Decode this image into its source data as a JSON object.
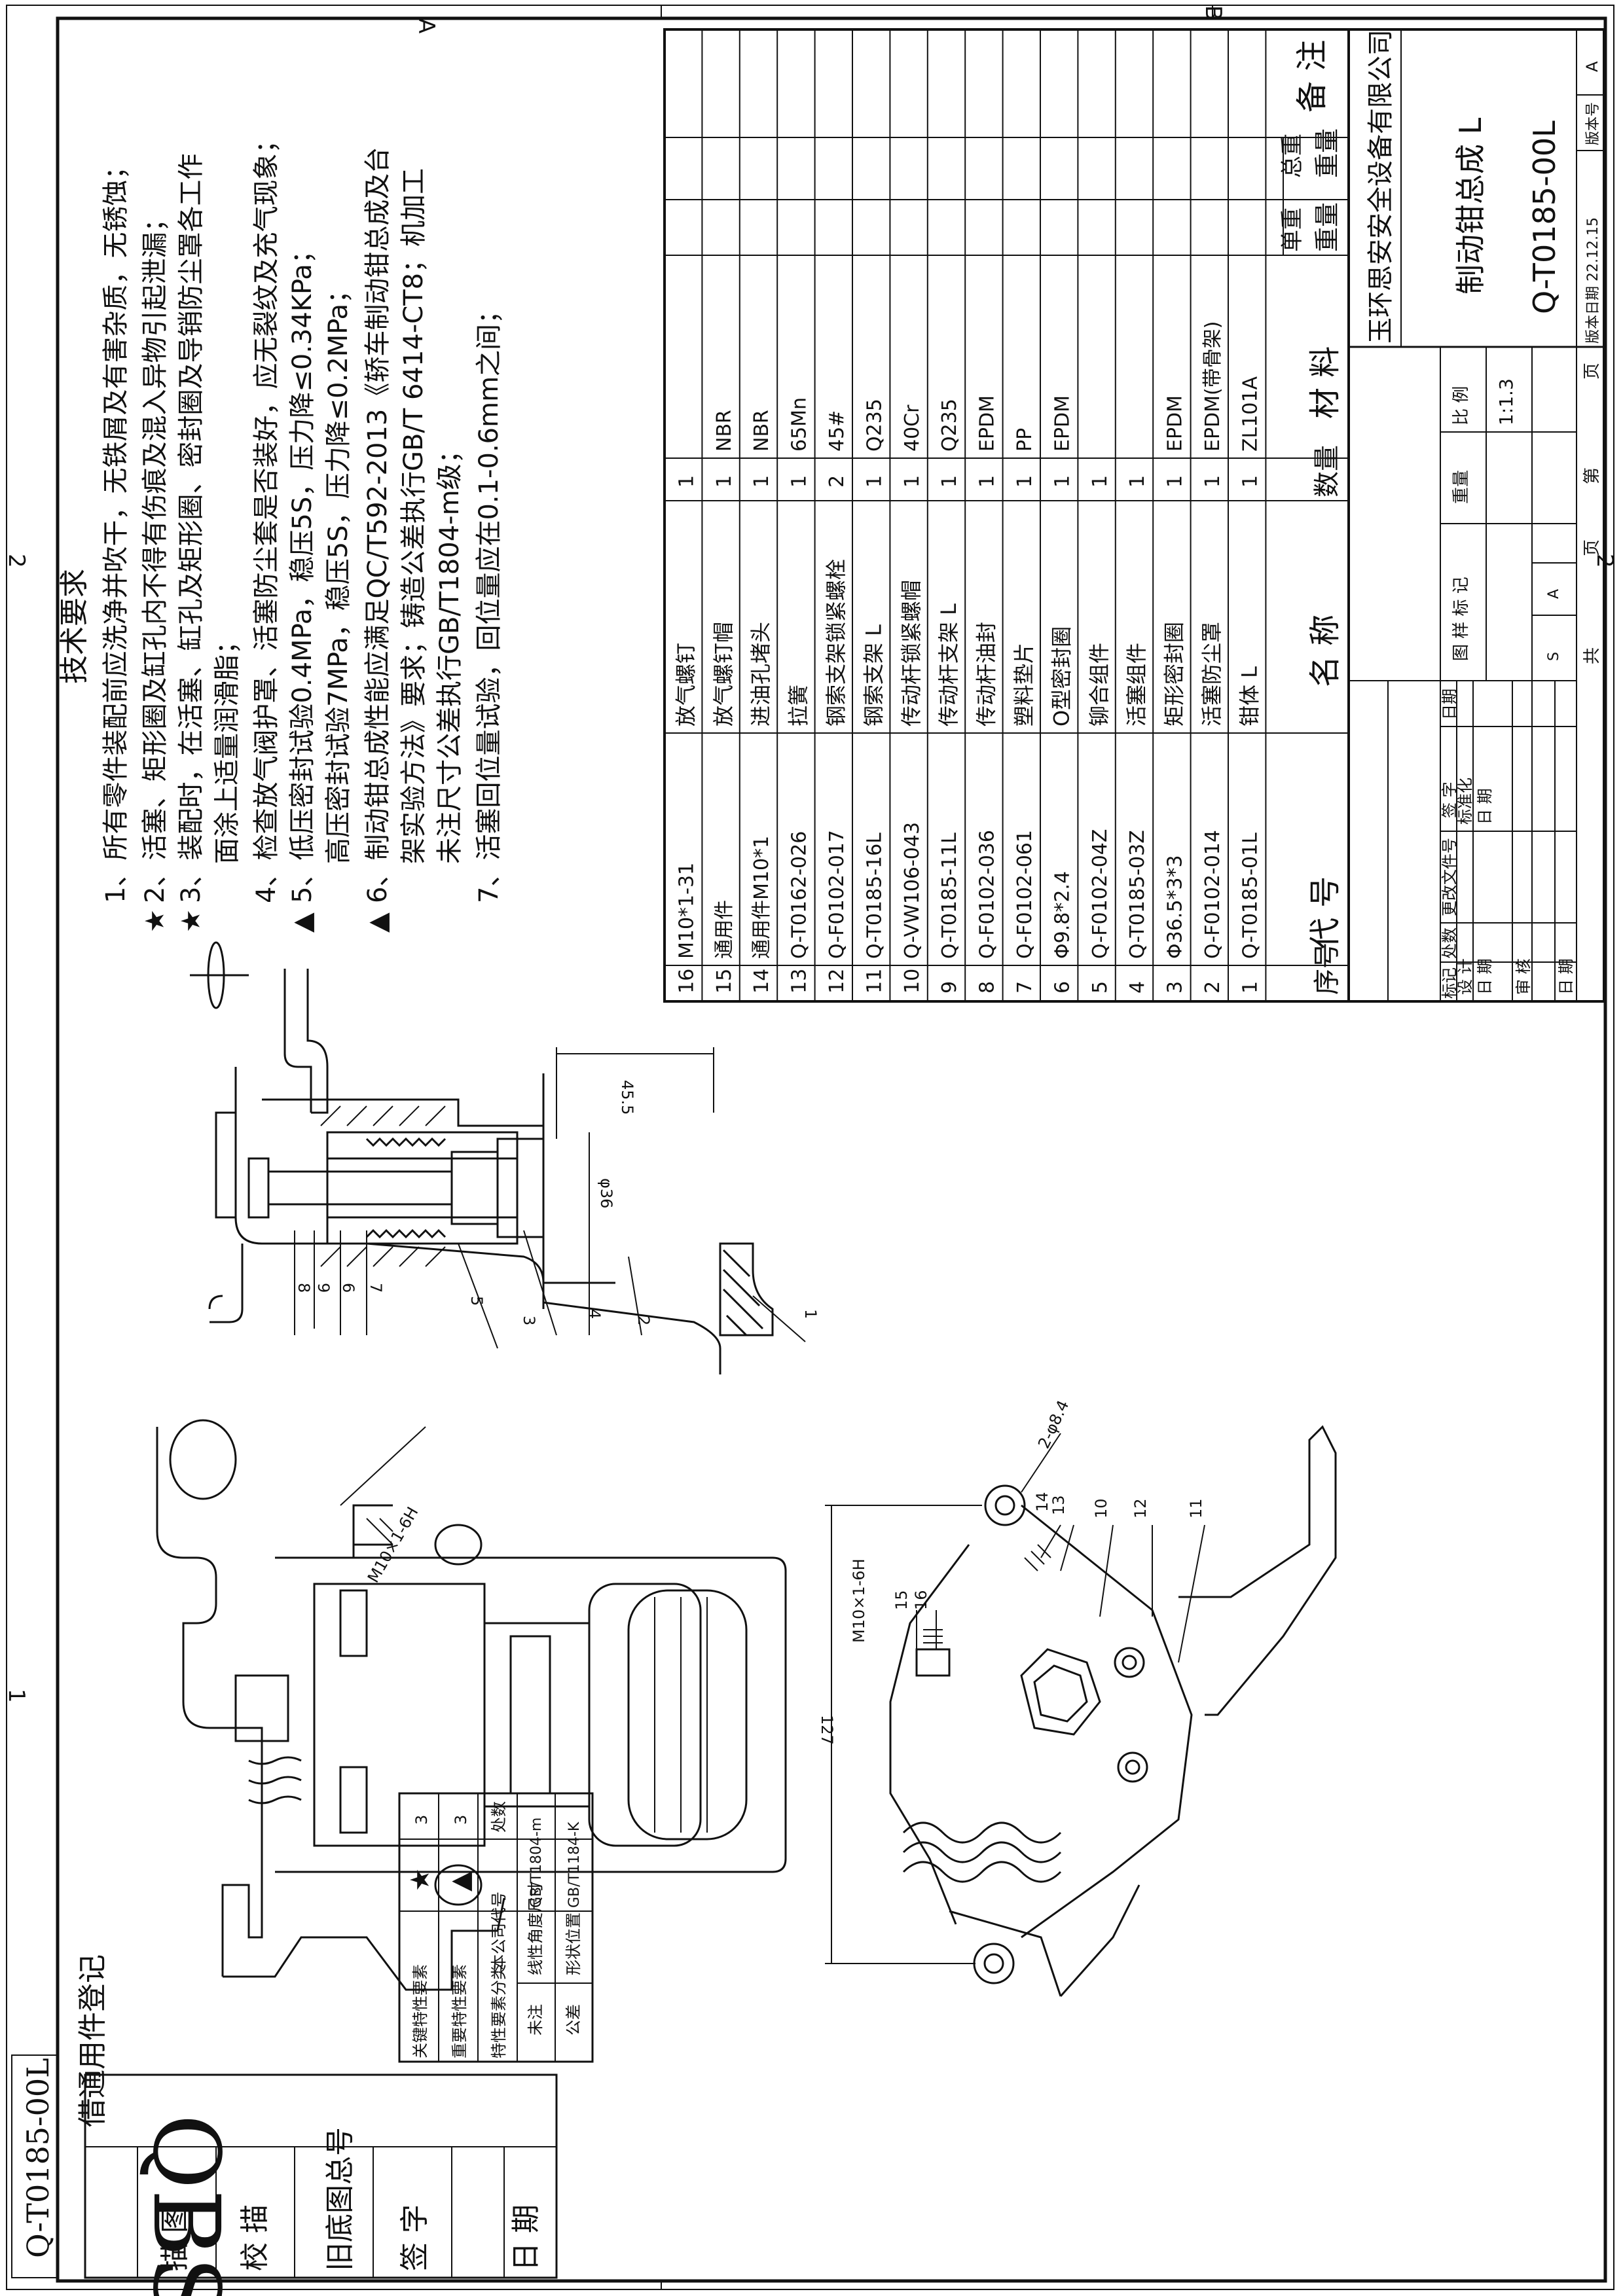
{
  "corner": {
    "logo": "QBS",
    "drawing_no_rotated": "Q-T0185-00L"
  },
  "zones": {
    "top_a": "A",
    "top_2": "2",
    "top_1": "1",
    "bottom_2": "2",
    "right_b": "B"
  },
  "tech": {
    "title": "技术要求",
    "lines": [
      {
        "mark": "",
        "text": "1、所有零件装配前应洗净并吹干，无铁屑及有害杂质，无锈蚀；"
      },
      {
        "mark": "★",
        "text": "2、活塞、矩形圈及缸孔内不得有伤痕及混入异物引起泄漏；"
      },
      {
        "mark": "★",
        "text": "3、装配时，在活塞、缸孔及矩形圈、密封圈及导销防尘罩各工作"
      },
      {
        "mark": "",
        "text": "面涂上适量润滑脂；"
      },
      {
        "mark": "",
        "text": "4、检查放气阀护罩、活塞防尘套是否装好，应无裂纹及充气现象；"
      },
      {
        "mark": "▲",
        "text": "5、低压密封试验0.4MPa，稳压5S，压力降≤0.34KPa；"
      },
      {
        "mark": "",
        "text": "高压密封试验7MPa，稳压5S，压力降≤0.2MPa；"
      },
      {
        "mark": "▲",
        "text": "6、制动钳总成性能应满足QC/T592-2013《轿车制动钳总成及台"
      },
      {
        "mark": "",
        "text": "架实验方法》要求；铸造公差执行GB/T 6414-CT8；机加工"
      },
      {
        "mark": "",
        "text": "未注尺寸公差执行GB/T1804-m级；"
      },
      {
        "mark": "",
        "text": "7、活塞回位量试验，回位量应在0.1-0.6mm之间；"
      }
    ]
  },
  "bom": {
    "headers": {
      "seq": "序号",
      "code": "代  号",
      "name": "名  称",
      "qty": "数量",
      "material": "材  料",
      "unit_w": "单重",
      "total_w": "总重",
      "remark": "备 注",
      "weight": "重量"
    },
    "rows": [
      {
        "seq": "16",
        "code": "M10*1-31",
        "name": "放气螺钉",
        "qty": "1",
        "material": ""
      },
      {
        "seq": "15",
        "code": "通用件",
        "name": "放气螺钉帽",
        "qty": "1",
        "material": "NBR"
      },
      {
        "seq": "14",
        "code": "通用件M10*1",
        "name": "进油孔堵头",
        "qty": "1",
        "material": "NBR"
      },
      {
        "seq": "13",
        "code": "Q-T0162-026",
        "name": "拉簧",
        "qty": "1",
        "material": "65Mn"
      },
      {
        "seq": "12",
        "code": "Q-F0102-017",
        "name": "钢索支架锁紧螺栓",
        "qty": "2",
        "material": "45#"
      },
      {
        "seq": "11",
        "code": "Q-T0185-16L",
        "name": "钢索支架 L",
        "qty": "1",
        "material": "Q235"
      },
      {
        "seq": "10",
        "code": "Q-VW106-043",
        "name": "传动杆锁紧螺帽",
        "qty": "1",
        "material": "40Cr"
      },
      {
        "seq": "9",
        "code": "Q-T0185-11L",
        "name": "传动杆支架 L",
        "qty": "1",
        "material": "Q235"
      },
      {
        "seq": "8",
        "code": "Q-F0102-036",
        "name": "传动杆油封",
        "qty": "1",
        "material": "EPDM"
      },
      {
        "seq": "7",
        "code": "Q-F0102-061",
        "name": "塑料垫片",
        "qty": "1",
        "material": "PP"
      },
      {
        "seq": "6",
        "code": "Φ9.8*2.4",
        "name": "O型密封圈",
        "qty": "1",
        "material": "EPDM"
      },
      {
        "seq": "5",
        "code": "Q-F0102-04Z",
        "name": "铆合组件",
        "qty": "1",
        "material": ""
      },
      {
        "seq": "4",
        "code": "Q-T0185-03Z",
        "name": "活塞组件",
        "qty": "1",
        "material": ""
      },
      {
        "seq": "3",
        "code": "Φ36.5*3*3",
        "name": "矩形密封圈",
        "qty": "1",
        "material": "EPDM"
      },
      {
        "seq": "2",
        "code": "Q-F0102-014",
        "name": "活塞防尘罩",
        "qty": "1",
        "material": "EPDM(带骨架)"
      },
      {
        "seq": "1",
        "code": "Q-T0185-01L",
        "name": "钳体 L",
        "qty": "1",
        "material": "ZL101A"
      }
    ]
  },
  "title_block": {
    "company": "玉环思安安全设备有限公司",
    "part_name": "制动钳总成 L",
    "drawing_no": "Q-T0185-00L",
    "version_date_label": "版本日期",
    "version_date": "22.12.15",
    "version_no_label": "版本号",
    "version_no": "A",
    "scale_label": "比 例",
    "scale": "1:1.3",
    "weight_label": "重量",
    "stage_label": "图 样 标 记",
    "stage_s": "S",
    "stage_a": "A",
    "total_label": "共",
    "sheet_label": "第",
    "page_label": "页",
    "rev_headers": {
      "mark": "标记",
      "count": "处数",
      "doc": "更改文件号",
      "sign": "签 字",
      "date": "日期"
    },
    "roles": {
      "design": "设 计",
      "standard": "标准化",
      "review": "审 核",
      "date": "日 期"
    }
  },
  "features": {
    "key_label": "关键特性要素",
    "key_mark": "★",
    "key_count": "3",
    "important_label": "重要特性要素",
    "important_mark": "▲",
    "important_count": "3",
    "class_label": "特性要素分类",
    "company_code_label": "本公司代号",
    "places_label": "处数",
    "unmarked_label": "未注",
    "tolerance_label": "公差",
    "linear_label": "线性角度尺寸",
    "linear_std": "GB/T1804-m",
    "form_label": "形状位置",
    "form_std": "GB/T1184-K"
  },
  "sidebar": {
    "borrow": "借通用件登记",
    "trace": "描  图",
    "check": "校  描",
    "old_no": "旧底图总号",
    "sign": "签  字",
    "date": "日  期"
  },
  "dims": {
    "thread_a": "M10×1-6H",
    "dia_36": "φ36",
    "len_45": "45.5",
    "len_127": "127",
    "thread_b": "M10×1-6H",
    "holes": "2-φ8.4"
  },
  "balloons": {
    "section": [
      "8",
      "9",
      "6",
      "7",
      "5",
      "3",
      "4",
      "2",
      "1"
    ],
    "lever": [
      "14",
      "13",
      "10",
      "12",
      "11",
      "15",
      "16"
    ]
  }
}
